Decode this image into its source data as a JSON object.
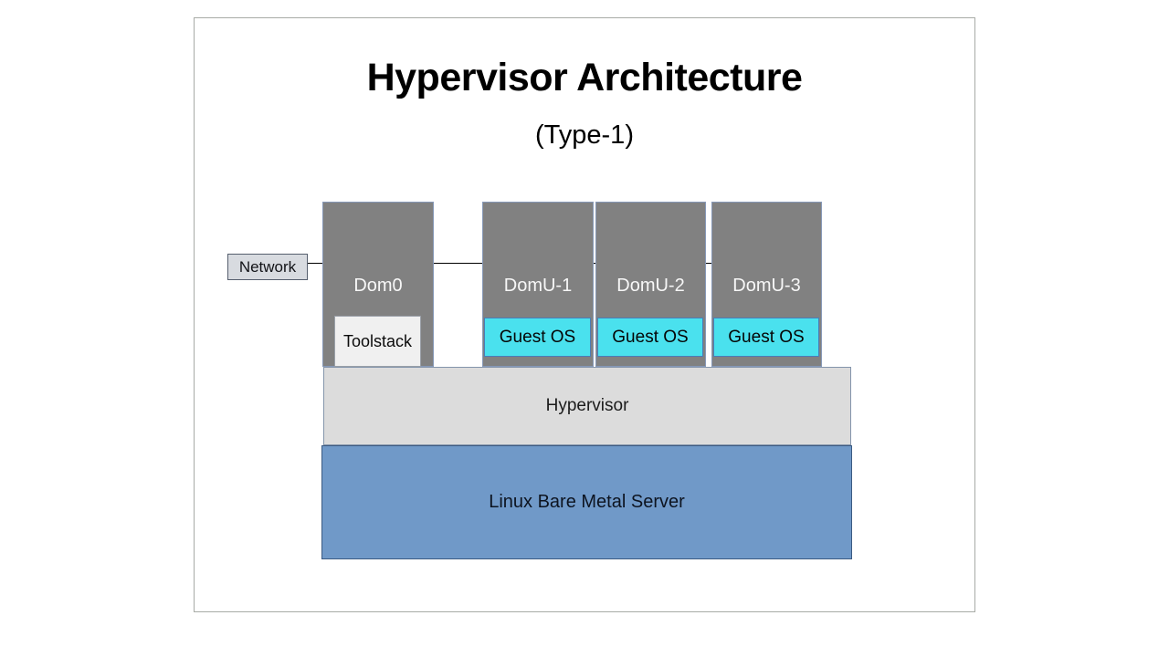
{
  "title": "Hypervisor Architecture",
  "subtitle": "(Type-1)",
  "network": {
    "label": "Network"
  },
  "dom0": {
    "label": "Dom0",
    "toolstack": "Toolstack"
  },
  "domus": [
    {
      "label": "DomU-1",
      "guest": "Guest OS"
    },
    {
      "label": "DomU-2",
      "guest": "Guest OS"
    },
    {
      "label": "DomU-3",
      "guest": "Guest OS"
    }
  ],
  "layers": {
    "hypervisor": "Hypervisor",
    "server": "Linux Bare Metal Server"
  },
  "colors": {
    "domain_fill": "#818181",
    "guest_fill": "#4ae1ee",
    "hypervisor_fill": "#dcdcdc",
    "server_fill": "#7099c8",
    "network_fill": "#d8dbe0"
  }
}
